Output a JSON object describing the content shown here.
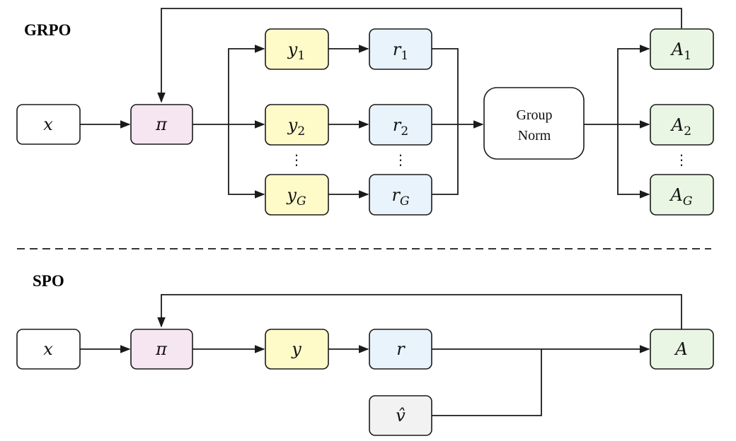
{
  "colors": {
    "input": "#ffffff",
    "policy": "#f6e6f2",
    "response": "#fefbc9",
    "reward": "#e8f3fb",
    "advantage": "#e9f6e3",
    "value": "#f2f2f2",
    "norm": "#ffffff",
    "stroke": "#1a1a1a"
  },
  "grpo": {
    "title": "GRPO",
    "x": "x",
    "pi": "π",
    "y": "y",
    "r": "r",
    "A": "A",
    "sub1": "1",
    "sub2": "2",
    "subG": "G",
    "norm_line1": "Group",
    "norm_line2": "Norm",
    "vdots": "⋮"
  },
  "spo": {
    "title": "SPO",
    "x": "x",
    "pi": "π",
    "y": "y",
    "r": "r",
    "A": "A",
    "v_hat": "v̂"
  }
}
